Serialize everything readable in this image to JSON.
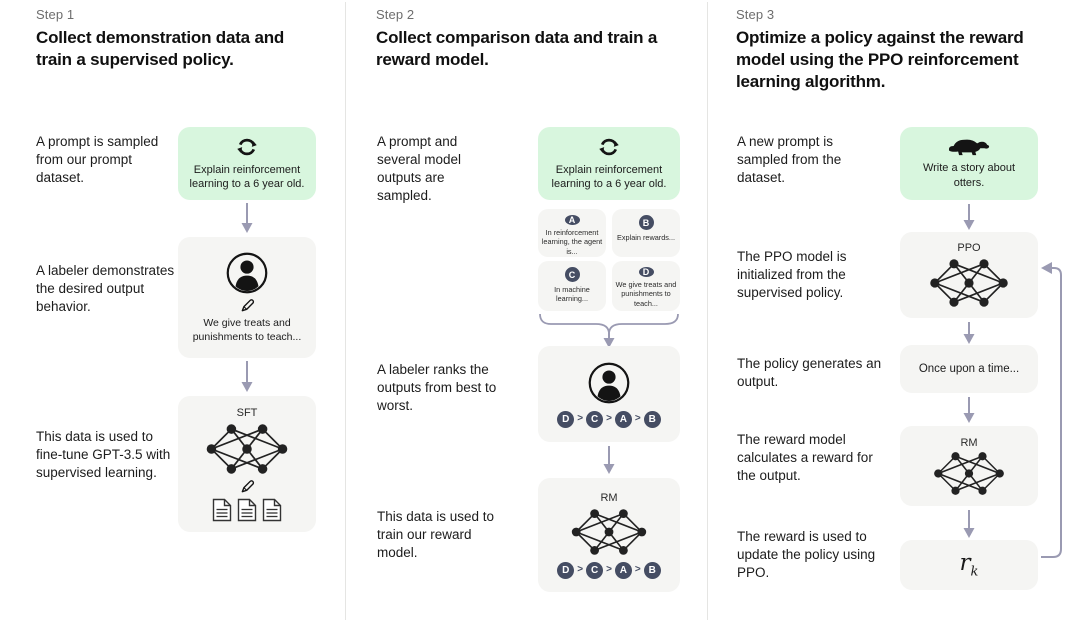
{
  "colors": {
    "prompt_box_green": "#d8f6de",
    "node_box_gray": "#f5f5f3",
    "badge_navy": "#454d63",
    "arrow_gray_purple": "#9a9ab2",
    "divider_gray": "#e5e5e3",
    "step_label_gray": "#6d6d6d"
  },
  "steps": [
    {
      "label": "Step 1",
      "title": "Collect demonstration data and train a supervised policy.",
      "captions": [
        "A prompt is sampled from our prompt dataset.",
        "A labeler demonstrates the desired output behavior.",
        "This data is used to fine-tune GPT-3.5 with supervised learning."
      ],
      "prompt": "Explain reinforcement learning to a 6 year old.",
      "labeler_output": "We give treats and punishments to teach...",
      "model_label": "SFT"
    },
    {
      "label": "Step 2",
      "title": "Collect comparison data and train a reward model.",
      "captions": [
        "A prompt and several model outputs are sampled.",
        "A labeler ranks the outputs from best to worst.",
        "This data is used to train our reward model."
      ],
      "prompt": "Explain reinforcement learning to a 6 year old.",
      "outputs": [
        {
          "letter": "A",
          "text": "In reinforcement learning, the agent is..."
        },
        {
          "letter": "B",
          "text": "Explain rewards..."
        },
        {
          "letter": "C",
          "text": "In machine learning..."
        },
        {
          "letter": "D",
          "text": "We give treats and punishments to teach..."
        }
      ],
      "ranking": [
        "D",
        "C",
        "A",
        "B"
      ],
      "ranking_separator": ">",
      "model_label": "RM"
    },
    {
      "label": "Step 3",
      "title": "Optimize a policy against the reward model using the PPO reinforcement learning algorithm.",
      "captions": [
        "A new prompt is sampled from the dataset.",
        "The PPO model is initialized from the supervised policy.",
        "The policy generates an output.",
        "The reward model calculates a reward for the output.",
        "The reward is used to update the policy using PPO."
      ],
      "prompt": "Write a story about otters.",
      "policy_label": "PPO",
      "policy_output": "Once upon a time...",
      "model_label": "RM",
      "reward_base": "r",
      "reward_sub": "k"
    }
  ]
}
